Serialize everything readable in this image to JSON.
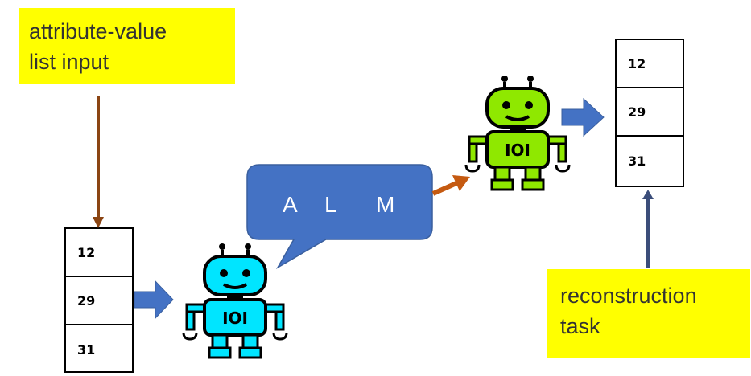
{
  "input_note": {
    "line1": "attribute-value",
    "line2": "list input"
  },
  "task_note": {
    "line1": "reconstruction",
    "line2": "task"
  },
  "speech_bubble": {
    "letters": [
      "A",
      "L",
      "M"
    ]
  },
  "input_list": {
    "values": [
      "12",
      "29",
      "31"
    ]
  },
  "output_list": {
    "values": [
      "12",
      "29",
      "31"
    ]
  },
  "colors": {
    "note_fill": "#ffff00",
    "bubble_fill": "#4472c4",
    "arrow_blue": "#4472c4",
    "arrow_orange": "#c55a11",
    "line_brown": "#8b4513",
    "robot_sender": "#00e5ff",
    "robot_receiver": "#8fe800"
  },
  "icons": [
    "robot-sender-icon",
    "robot-receiver-icon"
  ]
}
